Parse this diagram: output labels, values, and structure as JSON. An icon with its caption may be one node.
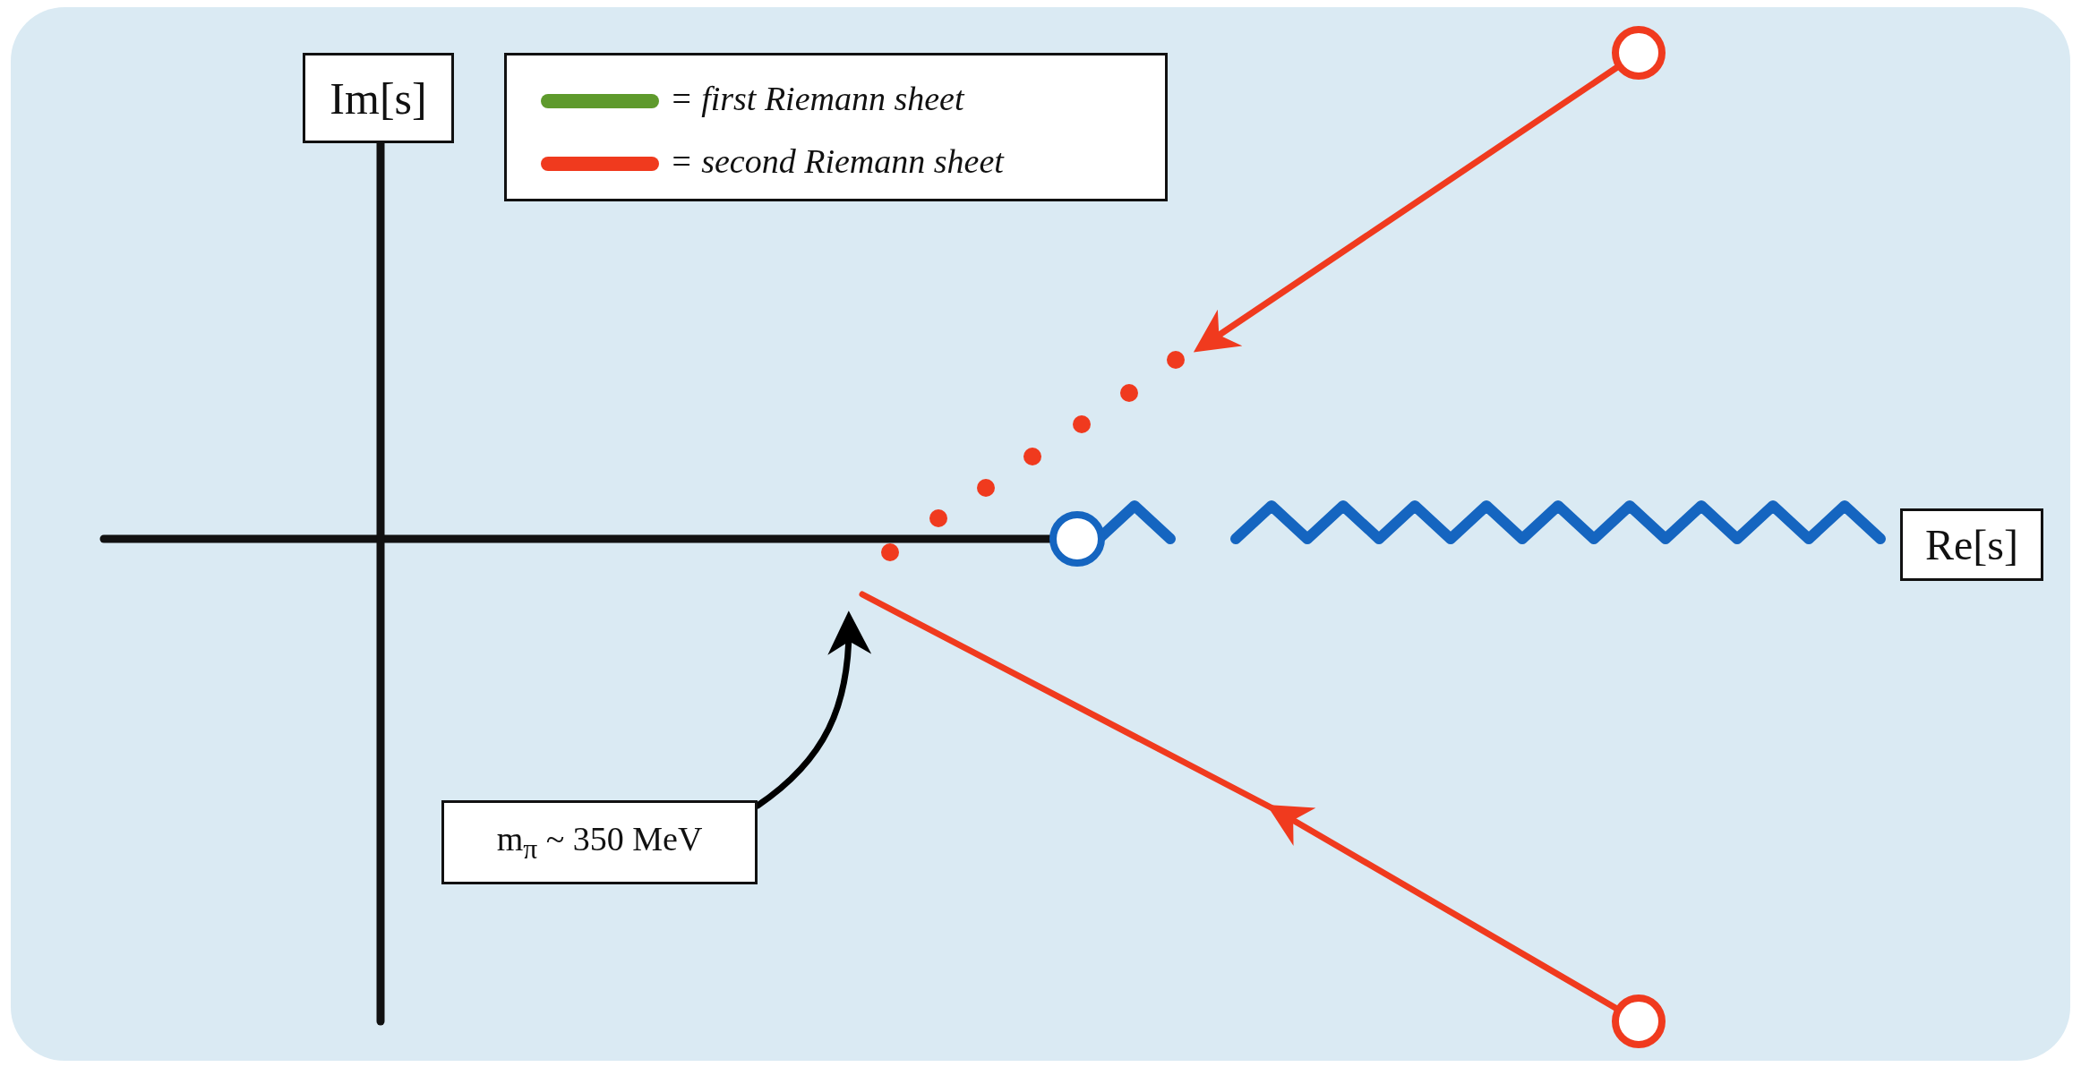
{
  "diagram": {
    "nodes": [
      {
        "text": [
          "Im[s]"
        ]
      },
      {
        "text": [],
        "shape": "circle"
      },
      {
        "text": [],
        "shape": "circle"
      },
      {
        "text": [
          "Re[s]"
        ]
      },
      {
        "text": [
          "m$_{π}$ ~ 350 MeV"
        ]
      },
      {
        "text": [],
        "shape": "circle"
      }
    ],
    "edges": [
      {
        "from": 1,
        "to": null,
        "arrow": "to"
      },
      {
        "from": 5,
        "to": null,
        "arrow": "to"
      },
      {
        "from": 4,
        "to": null,
        "arrow": "to",
        "color": "#000000"
      }
    ],
    "legend": [
      {
        "text": "= first Riemann sheet",
        "color": "#5e9a2c"
      },
      {
        "text": "= second Riemann sheet",
        "color": "#f03a1e"
      }
    ]
  }
}
